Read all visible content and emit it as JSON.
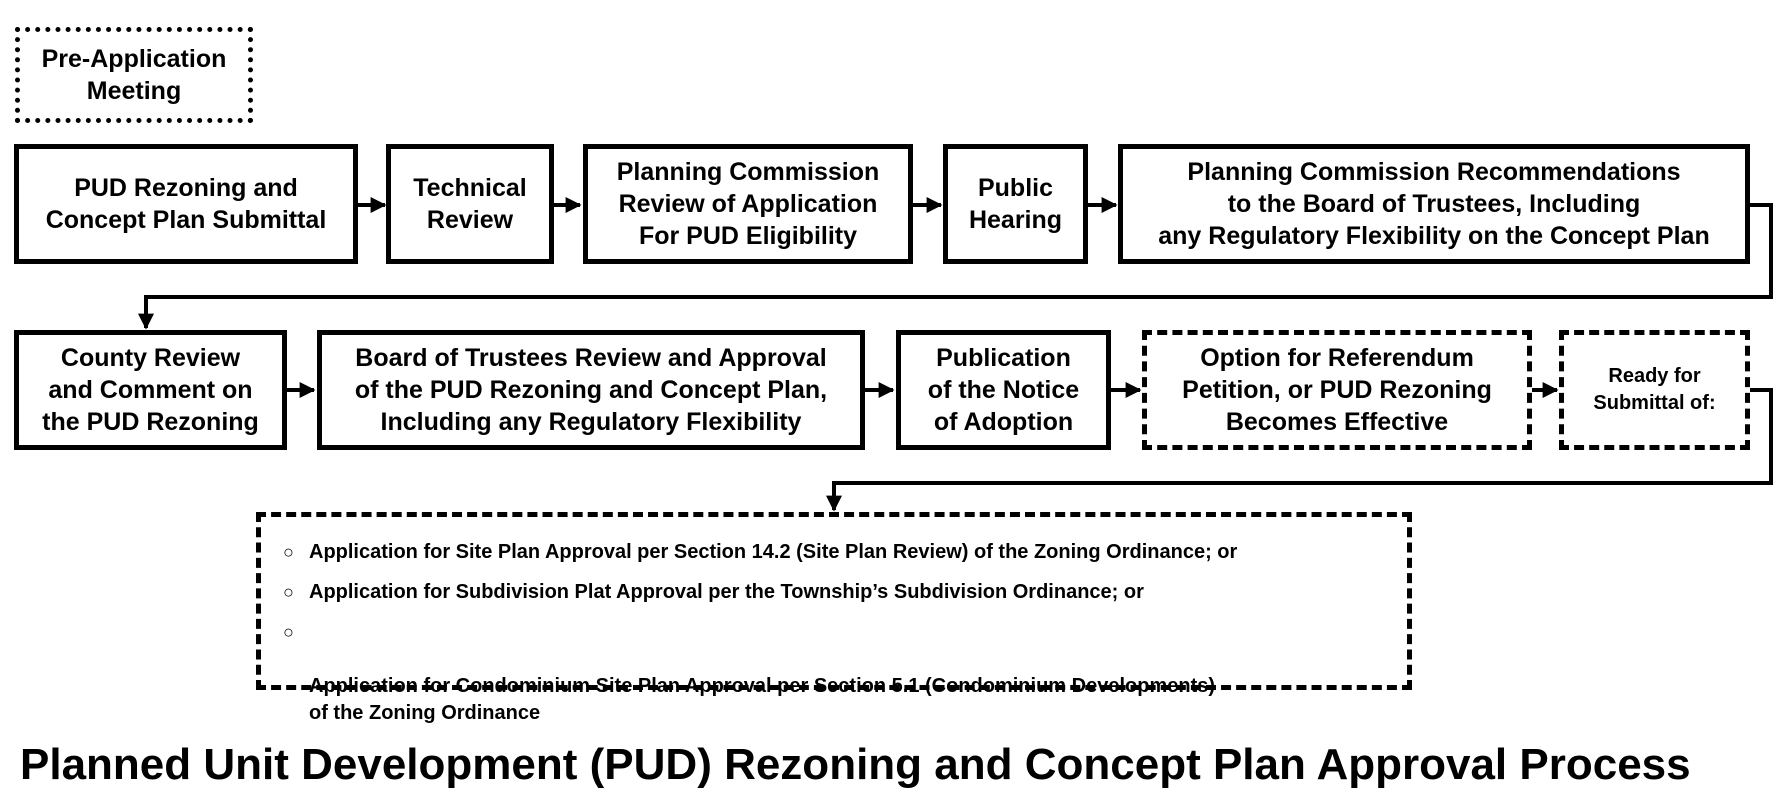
{
  "pre_application": "Pre-Application\nMeeting",
  "row1": [
    "PUD Rezoning and\nConcept Plan Submittal",
    "Technical\nReview",
    "Planning Commission\nReview of  Application\nFor PUD Eligibility",
    "Public\nHearing",
    "Planning Commission Recommendations\nto the Board of Trustees, Including\nany Regulatory Flexibility on the Concept Plan"
  ],
  "row2": [
    "County Review\nand Comment on\nthe PUD Rezoning",
    "Board of Trustees Review and Approval\nof the PUD Rezoning and Concept Plan,\nIncluding any Regulatory Flexibility",
    "Publication\nof the Notice\nof Adoption",
    "Option for Referendum\nPetition, or PUD Rezoning\nBecomes Effective",
    "Ready for\nSubmittal of:"
  ],
  "bullet_symbol": "○",
  "submittal_options": [
    "Application for Site Plan Approval per Section 14.2 (Site Plan Review) of the Zoning Ordinance; or",
    "Application for Subdivision Plat Approval per the Township’s Subdivision Ordinance; or",
    "Application for Condominium Site Plan Approval per Section 5.1 (Condominium Developments)\nof the Zoning Ordinance"
  ],
  "title": "Planned Unit Development (PUD) Rezoning and Concept Plan Approval Process"
}
